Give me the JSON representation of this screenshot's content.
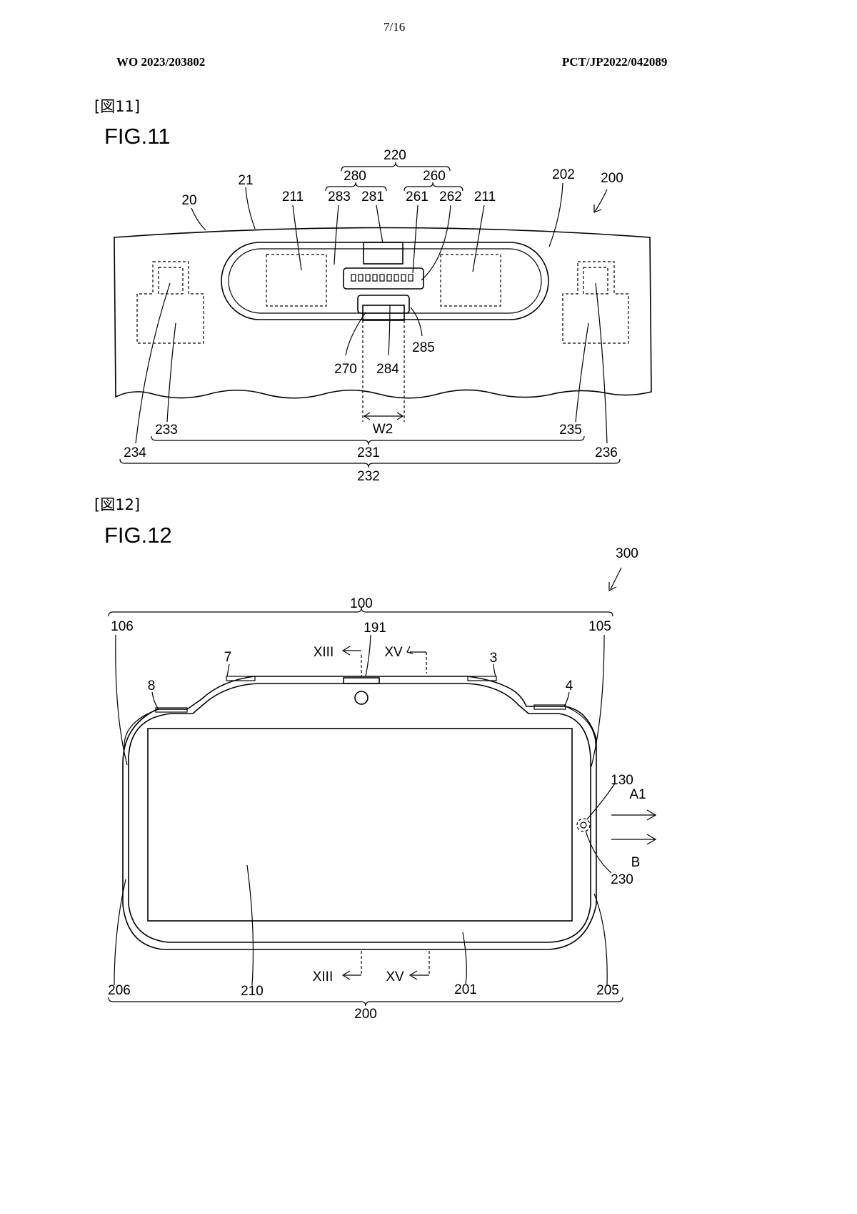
{
  "header": {
    "page_number": "7/16",
    "pub_number": "WO 2023/203802",
    "app_number": "PCT/JP2022/042089"
  },
  "fig11": {
    "tag": "[図11]",
    "title": "FIG.11",
    "labels": {
      "l220": "220",
      "l280": "280",
      "l260": "260",
      "l21": "21",
      "l20": "20",
      "l211a": "211",
      "l283": "283",
      "l281": "281",
      "l261": "261",
      "l262": "262",
      "l211b": "211",
      "l202": "202",
      "l200": "200",
      "l285": "285",
      "l270": "270",
      "l284": "284",
      "l233": "233",
      "l235": "235",
      "lW2": "W2",
      "l234": "234",
      "l231": "231",
      "l236": "236",
      "l232": "232"
    }
  },
  "fig12": {
    "tag": "[図12]",
    "title": "FIG.12",
    "labels": {
      "l300": "300",
      "l100": "100",
      "l106": "106",
      "l105": "105",
      "l191": "191",
      "l7": "7",
      "l3": "3",
      "l8": "8",
      "l4": "4",
      "lXIIItop": "XIII",
      "lXVtop": "XV",
      "l130": "130",
      "lA1": "A1",
      "lB": "B",
      "l230": "230",
      "lXIIIbot": "XIII",
      "lXVbot": "XV",
      "l206": "206",
      "l210": "210",
      "l201": "201",
      "l205": "205",
      "l200": "200"
    }
  }
}
